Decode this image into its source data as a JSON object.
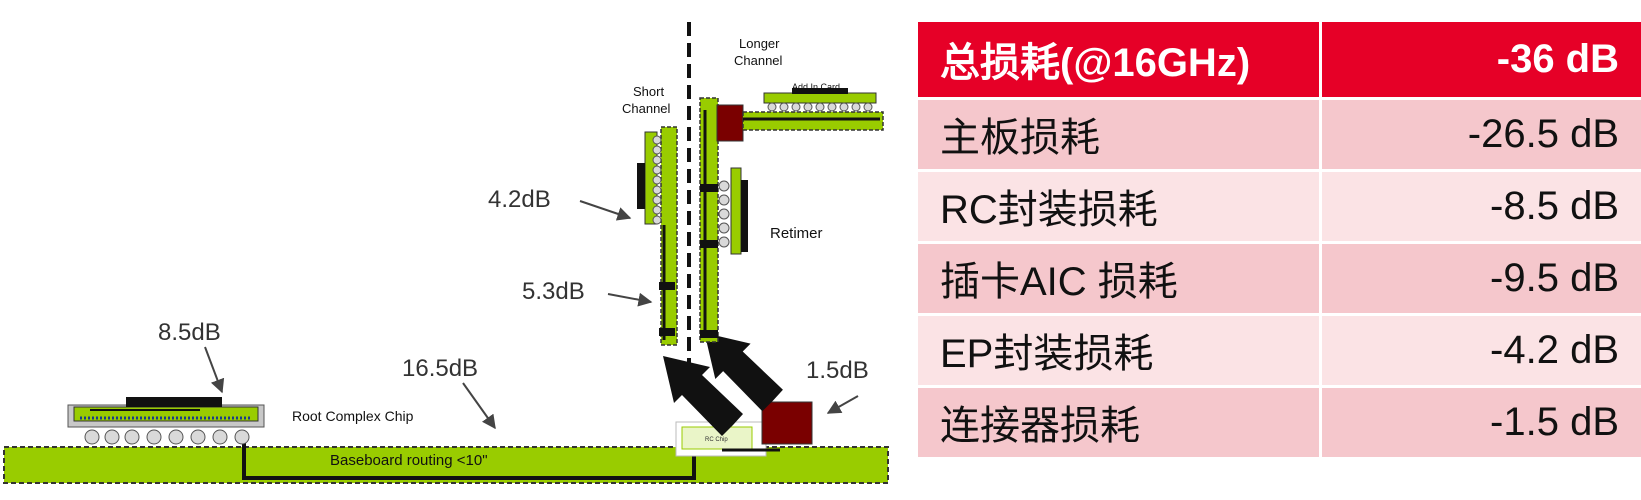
{
  "diagram": {
    "labels": {
      "short_channel_1": "Short",
      "short_channel_2": "Channel",
      "longer_channel_1": "Longer",
      "longer_channel_2": "Channel",
      "add_in_card": "Add In Card",
      "retimer": "Retimer",
      "root_complex_chip": "Root Complex Chip",
      "baseboard_routing": "Baseboard routing <10\"",
      "rc_chip": "RC Chip"
    },
    "callouts": {
      "pkg_loss_4_2": "4.2dB",
      "conn_loss_5_3": "5.3dB",
      "rc_pkg_loss": "8.5dB",
      "baseboard_loss": "16.5dB",
      "connector_loss": "1.5dB"
    },
    "colors": {
      "pcb_green": "#99cc00",
      "connector_red": "#7a0000",
      "trace_black": "#111111",
      "chip_gray": "#c8c8c8",
      "ball_gray": "#d9d9d9"
    }
  },
  "table": {
    "header": {
      "label": "总损耗(@16GHz)",
      "value": "-36 dB",
      "color": "#e60027"
    },
    "rows": [
      {
        "label": "主板损耗",
        "value": "-26.5 dB",
        "color": "#f5c7cc"
      },
      {
        "label": "RC封装损耗",
        "value": "-8.5 dB",
        "color": "#fbe3e5"
      },
      {
        "label": "插卡AIC 损耗",
        "value": "-9.5 dB",
        "color": "#f5c7cc"
      },
      {
        "label": "EP封装损耗",
        "value": "-4.2 dB",
        "color": "#fbe3e5"
      },
      {
        "label": "连接器损耗",
        "value": "-1.5 dB",
        "color": "#f5c7cc"
      }
    ]
  }
}
